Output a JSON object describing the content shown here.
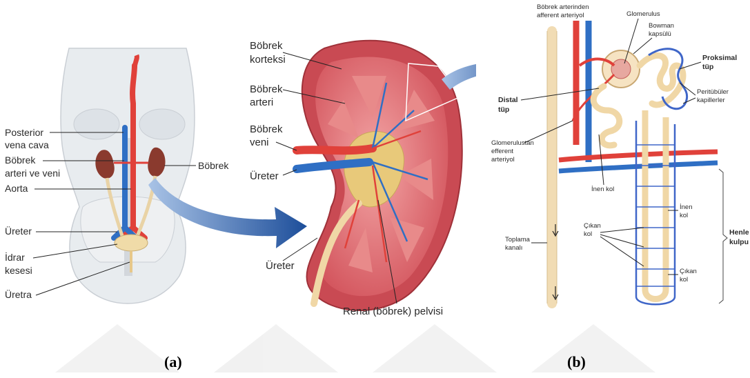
{
  "panel_a": {
    "labels": {
      "posterior_vena_cava": [
        "Posterior",
        "vena cava"
      ],
      "bobrek_arteri_ve_veni": [
        "Böbrek",
        "arteri ve veni"
      ],
      "aorta": "Aorta",
      "ureter": "Üreter",
      "idrar_kesesi": [
        "İdrar",
        "kesesi"
      ],
      "uretra": "Üretra",
      "bobrek": "Böbrek"
    }
  },
  "panel_kidney": {
    "labels": {
      "bobrek_korteksi": [
        "Böbrek",
        "korteksi"
      ],
      "bobrek_arteri": [
        "Böbrek",
        "arteri"
      ],
      "bobrek_veni": [
        "Böbrek",
        "veni"
      ],
      "ureter_top": "Üreter",
      "ureter_bottom": "Üreter",
      "renal_pelvisi": "Renal (böbrek) pelvisi"
    }
  },
  "panel_b": {
    "labels": {
      "afferent": [
        "Böbrek arterinden",
        "afferent arteriyol"
      ],
      "glomerulus": "Glomerulus",
      "bowman": [
        "Bowman",
        "kapsülü"
      ],
      "proksimal": [
        "Proksimal",
        "tüp"
      ],
      "distal": [
        "Distal",
        "tüp"
      ],
      "peritubuler": [
        "Peritübüler",
        "kapillerler"
      ],
      "efferent": [
        "Glomerulustan",
        "efferent",
        "arteriyol"
      ],
      "inen_kol_1": "İnen kol",
      "inen_kol_2": [
        "İnen",
        "kol"
      ],
      "cikan_kol_1": [
        "Çıkan",
        "kol"
      ],
      "cikan_kol_2": [
        "Çıkan",
        "kol"
      ],
      "toplama": [
        "Toplama",
        "kanalı"
      ],
      "henle": [
        "Henle",
        "kulpu"
      ]
    }
  },
  "captions": {
    "a": "(a)",
    "b": "(b)"
  },
  "colors": {
    "artery": "#e0413a",
    "vein": "#2f6fc4",
    "kidney_cortex": "#d8646a",
    "pelvis": "#e8c97a",
    "tubule": "#f3dcb0",
    "arrow": "#1d4e9a"
  }
}
